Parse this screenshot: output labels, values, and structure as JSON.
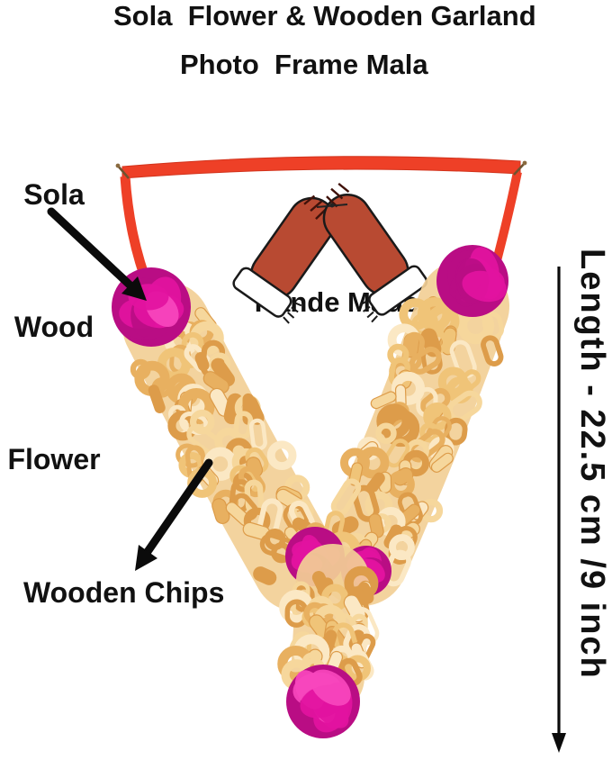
{
  "title": {
    "line1": "Sola  Flower & Wooden Garland",
    "line2": "Photo  Frame Mala"
  },
  "logo": {
    "label": "Hande Made",
    "icon": "handmade-hands-icon"
  },
  "annotations": {
    "sola_wood_flower": {
      "line1": "Sola",
      "line2": "Wood",
      "line3": "Flower"
    },
    "wooden_chips": {
      "label": "Wooden Chips"
    },
    "length": {
      "label": "Length - 22.5 cm /9 inch"
    }
  },
  "colors": {
    "background": "#ffffff",
    "text": "#111111",
    "arrow_black": "#0b0b0b",
    "ribbon_red": "#ee4027",
    "ribbon_red_dark": "#d2331c",
    "hands_red": "#b84a32",
    "flower_magenta": "#e212a0",
    "flower_magenta_dark": "#b90d84",
    "flower_magenta_light": "#f747bd",
    "wood_base": "#f2cf96",
    "wood_palette": [
      "#fbe8c4",
      "#f6d79c",
      "#f0c478",
      "#e8b060",
      "#dd9c4a"
    ],
    "pin_bronze": "#8a6a3f"
  }
}
